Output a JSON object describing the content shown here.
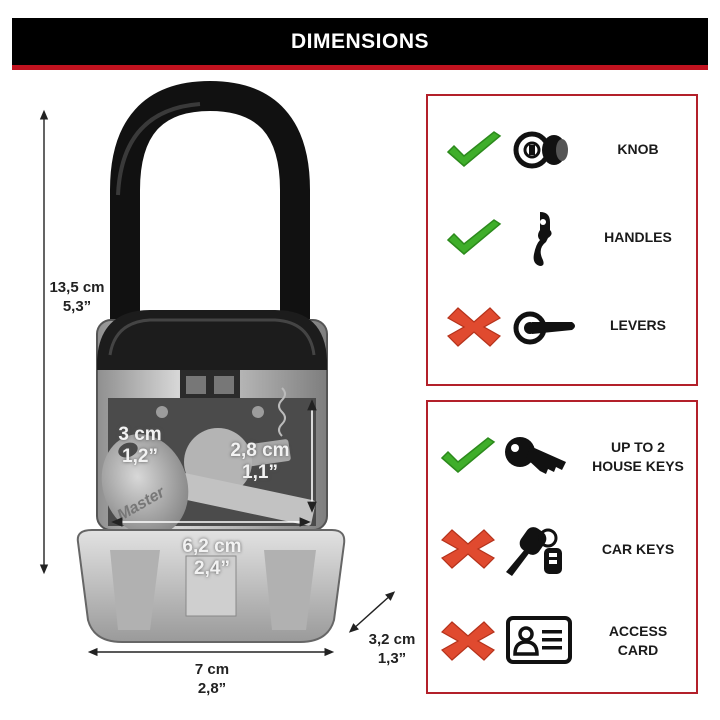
{
  "header": {
    "title": "DIMENSIONS"
  },
  "dimensions": {
    "height": {
      "cm": "13,5 cm",
      "in": "5,3”"
    },
    "width": {
      "cm": "7 cm",
      "in": "2,8”"
    },
    "depth": {
      "cm": "3,2 cm",
      "in": "1,3”"
    },
    "inner_width": {
      "cm": "6,2 cm",
      "in": "2,4”"
    },
    "inner_height": {
      "cm": "2,8 cm",
      "in": "1,1”"
    },
    "key_width": {
      "cm": "3 cm",
      "in": "1,2”"
    }
  },
  "key_brand": "Master",
  "colors": {
    "header_bg": "#000000",
    "accent_red": "#c1121f",
    "check_green": "#3fae2a",
    "cross_red": "#e04a2f"
  },
  "door_panel": {
    "items": [
      {
        "label": "KNOB",
        "status": "check",
        "icon": "door-knob-icon"
      },
      {
        "label": "HANDLES",
        "status": "check",
        "icon": "door-handle-icon"
      },
      {
        "label": "LEVERS",
        "status": "cross",
        "icon": "door-lever-icon"
      }
    ]
  },
  "key_panel": {
    "items": [
      {
        "line1": "UP TO 2",
        "line2": "HOUSE KEYS",
        "status": "check",
        "icon": "house-key-icon"
      },
      {
        "line1": "CAR KEYS",
        "status": "cross",
        "icon": "car-key-icon"
      },
      {
        "line1": "ACCESS",
        "line2": "CARD",
        "status": "cross",
        "icon": "access-card-icon"
      }
    ]
  }
}
